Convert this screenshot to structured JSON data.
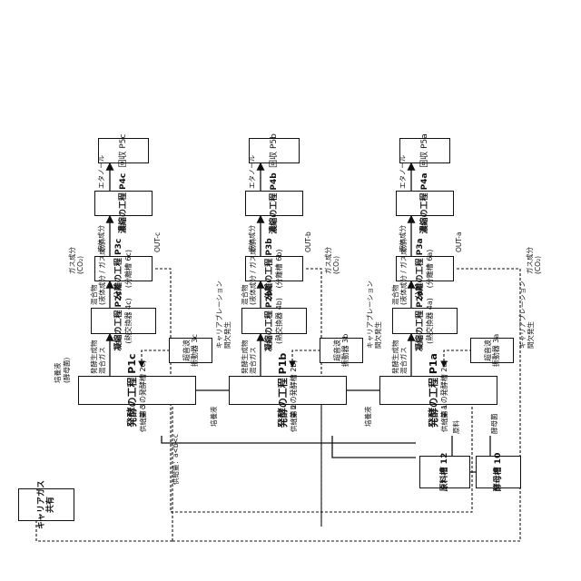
{
  "carrier_shared": [
    "キャリアガス",
    "共有"
  ],
  "raw_tank": "原料槽 12",
  "yeast_tank": "酵母槽 10",
  "label_raw": "原料",
  "label_yeast": "酵母菌",
  "label_medium": "培養液",
  "label_medium_c": [
    "培養液",
    "(酵母菌)"
  ],
  "label_supply_a": "供給量 a",
  "label_supply_b": "供給量 b",
  "label_supply_c": "供給量 c",
  "label_supply_rel": "供給量：a<b<c",
  "label_ferm_gas": [
    "発酵生成物",
    "混合ガス"
  ],
  "label_carrier": [
    "キャリアブレーション",
    "間欠発生"
  ],
  "label_mixture": [
    "混合物",
    "(液体成分 / ガス成分)"
  ],
  "label_liquid": "液体成分",
  "label_gas_co2": [
    "ガス成分",
    "(CO₂)"
  ],
  "label_ethanol": "エタノール",
  "label_out_a": "OUT-a",
  "label_out_b": "OUT-b",
  "label_out_c": "OUT-c",
  "rows": [
    {
      "ferm_title": "発酵の工程 P1a",
      "ferm_sub": "(第１の発酵槽 2a)",
      "cond_title": "凝縮の工程 P2a",
      "cond_sub": "(熱交換器 4a)",
      "ultra": [
        "超音波",
        "振動器 3a"
      ],
      "sep_title": "分離の工程 P3a",
      "sep_sub": "(分離槽 6a)",
      "conc": "濃縮の工程 P4a",
      "rec": "回収 P5a"
    },
    {
      "ferm_title": "発酵の工程 P1b",
      "ferm_sub": "(第２の発酵槽 2b)",
      "cond_title": "凝縮の工程 P2b",
      "cond_sub": "(熱交換器 4b)",
      "ultra": [
        "超音波",
        "振動器 3b"
      ],
      "sep_title": "分離の工程 P3b",
      "sep_sub": "(分離槽 6b)",
      "conc": "濃縮の工程 P4b",
      "rec": "回収 P5b"
    },
    {
      "ferm_title": "発酵の工程 P1c",
      "ferm_sub": "(第３の発酵槽 2c)",
      "cond_title": "凝縮の工程 P2c",
      "cond_sub": "(熱交換器 4c)",
      "ultra": [
        "超音波",
        "振動器 3c"
      ],
      "sep_title": "分離の工程 P3c",
      "sep_sub": "(分離槽 6c)",
      "conc": "濃縮の工程 P4c",
      "rec": "回収 P5c"
    }
  ]
}
